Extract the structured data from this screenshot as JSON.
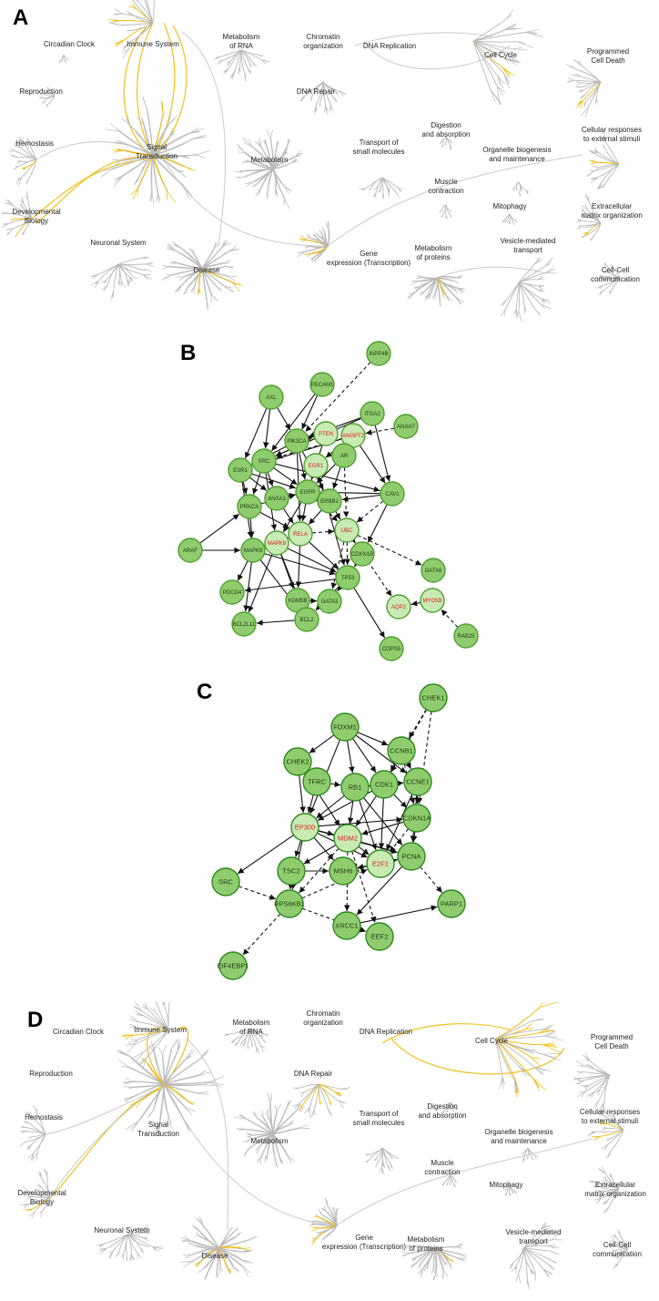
{
  "panels": {
    "A": {
      "letter": "A"
    },
    "B": {
      "letter": "B"
    },
    "C": {
      "letter": "C"
    },
    "D": {
      "letter": "D"
    }
  },
  "reactome_labels": {
    "circadian": "Circadian Clock",
    "immune": "Immune System",
    "metab_rna": "Metabolism\nof RNA",
    "chromatin": "Chromatin\norganization",
    "dna_rep": "DNA Replication",
    "cell_cycle": "Cell Cycle",
    "prog_death": "Programmed\nCell Death",
    "reproduction": "Reproduction",
    "dna_repair": "DNA Repair",
    "hemostasis": "Hemostasis",
    "signal": "Signal\nTransduction",
    "metabolism": "Metabolism",
    "transport_small": "Transport of\nsmall molecules",
    "digestion": "Digestion\nand absorption",
    "organelle": "Organelle biogenesis\nand maintenance",
    "cell_resp": "Cellular responses\nto external stimuli",
    "muscle": "Muscle\ncontraction",
    "devbio": "Developmental\nBiology",
    "ecm": "Extracellular\nmatrix organization",
    "mitophagy": "Mitophagy",
    "gene_expr": "Gene\nexpression (Transcription)",
    "metab_prot": "Metabolism\nof proteins",
    "vesicle": "Vesicle-mediated\ntransport",
    "neuronal": "Neuronal System",
    "disease": "Disease",
    "cellcell": "Cell-Cell\ncommunication"
  },
  "network_B": {
    "nodes": [
      {
        "id": "INPP4B",
        "hl": false
      },
      {
        "id": "PECAM1",
        "hl": false
      },
      {
        "id": "AXL",
        "hl": false
      },
      {
        "id": "ITGA2",
        "hl": false
      },
      {
        "id": "ANXA7",
        "hl": false
      },
      {
        "id": "PIK3CA",
        "hl": false
      },
      {
        "id": "PTEN",
        "hl": true
      },
      {
        "id": "ANGPT2",
        "hl": true
      },
      {
        "id": "ESR1",
        "hl": false
      },
      {
        "id": "SRC",
        "hl": false
      },
      {
        "id": "EGR1",
        "hl": true
      },
      {
        "id": "AR",
        "hl": false
      },
      {
        "id": "CAV1",
        "hl": false
      },
      {
        "id": "PRKCA",
        "hl": false
      },
      {
        "id": "ANXA1",
        "hl": false
      },
      {
        "id": "EGFR",
        "hl": false
      },
      {
        "id": "ERBB2",
        "hl": false
      },
      {
        "id": "RELA",
        "hl": true
      },
      {
        "id": "UBC",
        "hl": true
      },
      {
        "id": "ARAF",
        "hl": false
      },
      {
        "id": "MAPK9",
        "hl": false
      },
      {
        "id": "MAPK8",
        "hl": true
      },
      {
        "id": "CDKN1B",
        "hl": false
      },
      {
        "id": "GATA6",
        "hl": false
      },
      {
        "id": "PDCD4",
        "hl": false
      },
      {
        "id": "TP53",
        "hl": false
      },
      {
        "id": "AQP2",
        "hl": true
      },
      {
        "id": "MYO5B",
        "hl": true
      },
      {
        "id": "KDM5B",
        "hl": false
      },
      {
        "id": "GATA3",
        "hl": false
      },
      {
        "id": "BCL2",
        "hl": false
      },
      {
        "id": "BCL2L11",
        "hl": false
      },
      {
        "id": "RAB25",
        "hl": false
      },
      {
        "id": "COPS5",
        "hl": false
      }
    ]
  },
  "network_C": {
    "nodes": [
      {
        "id": "CHEK1",
        "hl": false
      },
      {
        "id": "FOXM1",
        "hl": false
      },
      {
        "id": "CCNB1",
        "hl": false
      },
      {
        "id": "CHEK2",
        "hl": false
      },
      {
        "id": "TFRC",
        "hl": false
      },
      {
        "id": "RB1",
        "hl": false
      },
      {
        "id": "CDK1",
        "hl": false
      },
      {
        "id": "CCNE1",
        "hl": false
      },
      {
        "id": "EP300",
        "hl": true
      },
      {
        "id": "CDKN1A",
        "hl": false
      },
      {
        "id": "MDM2",
        "hl": true
      },
      {
        "id": "TSC2",
        "hl": false
      },
      {
        "id": "MSH6",
        "hl": false
      },
      {
        "id": "E2F1",
        "hl": true
      },
      {
        "id": "PCNA",
        "hl": false
      },
      {
        "id": "SRC",
        "hl": false
      },
      {
        "id": "RPS6KB1",
        "hl": false
      },
      {
        "id": "XRCC1",
        "hl": false
      },
      {
        "id": "PARP1",
        "hl": false
      },
      {
        "id": "EEF2",
        "hl": false
      },
      {
        "id": "EIF4EBP1",
        "hl": false
      }
    ]
  },
  "colors": {
    "node_fill": "#8fcc6e",
    "node_fill_hl": "#c8ebb3",
    "node_stroke": "#4ea02e",
    "node_stroke_c": "#2e8a1e",
    "highlight_edge": "#f0b800",
    "tree_gray": "#b9b9b9"
  }
}
